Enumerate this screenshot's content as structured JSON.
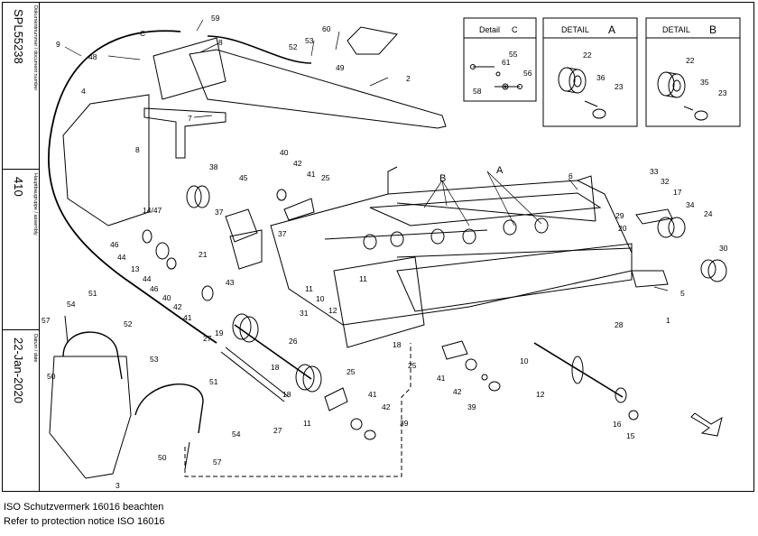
{
  "sidebar": {
    "doc_number_label": "Dokumentnummer / document number",
    "doc_number": "SPL55238",
    "assembly_label": "Hauptbaugruppe / assembly",
    "assembly": "410",
    "date_label": "Datum / date",
    "date": "22-Jan-2020"
  },
  "details": [
    {
      "title": "Detail",
      "letter": "C"
    },
    {
      "title": "DETAIL",
      "letter": "A"
    },
    {
      "title": "DETAIL",
      "letter": "B"
    }
  ],
  "callouts": {
    "c59": "59",
    "c8a": "8",
    "c9": "9",
    "c48": "48",
    "cC": "C",
    "c60": "60",
    "c53": "53",
    "c52a": "52",
    "c49": "49",
    "c2": "2",
    "c4": "4",
    "c7": "7",
    "c8b": "8",
    "c38": "38",
    "c45": "45",
    "c40a": "40",
    "c42a": "42",
    "c41a": "41",
    "c25a": "25",
    "c1447": "14/47",
    "c37a": "37",
    "c21": "21",
    "c37b": "37",
    "c46a": "46",
    "c44a": "44",
    "c13": "13",
    "c44b": "44",
    "c46b": "46",
    "c40b": "40",
    "c42b": "42",
    "c41b": "41",
    "c43": "43",
    "cB": "B",
    "cA": "A",
    "c6": "6",
    "c33": "33",
    "c32": "32",
    "c17": "17",
    "c34": "34",
    "c24": "24",
    "c29": "29",
    "c20": "20",
    "c30": "30",
    "c5": "5",
    "c1": "1",
    "c11a": "11",
    "c10a": "10",
    "c12a": "12",
    "c31": "31",
    "c11b": "11",
    "c18a": "18",
    "c54a": "54",
    "c51a": "51",
    "c57a": "57",
    "c52b": "52",
    "c53b": "53",
    "c50a": "50",
    "c27a": "27",
    "c19": "19",
    "c26": "26",
    "c25b": "25",
    "c41c": "41",
    "c42c": "42",
    "c39a": "39",
    "c28": "28",
    "c10b": "10",
    "c12b": "12",
    "c16": "16",
    "c15": "15",
    "c39b": "39",
    "c42d": "42",
    "c41d": "41",
    "c25c": "25",
    "c18b": "18",
    "c11c": "11",
    "c27b": "27",
    "c18c": "18",
    "c51b": "51",
    "c54b": "54",
    "c50b": "50",
    "c57b": "57",
    "c3": "3",
    "c55": "55",
    "c61": "61",
    "c56": "56",
    "c58": "58",
    "c22a": "22",
    "c36": "36",
    "c23a": "23",
    "c22b": "22",
    "c35": "35",
    "c23b": "23"
  },
  "notice": {
    "line1": "ISO Schutzvermerk 16016 beachten",
    "line2": "Refer to protection notice ISO 16016"
  }
}
